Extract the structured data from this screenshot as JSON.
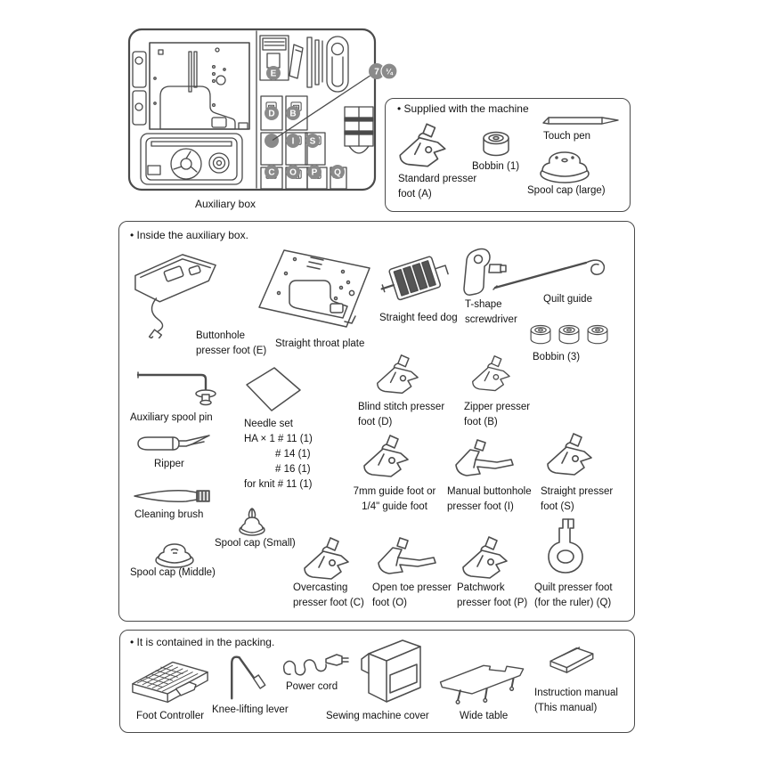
{
  "colors": {
    "line": "#4a4a4a",
    "badge": "#8a8a8a"
  },
  "diagram": {
    "caption": "Auxiliary box",
    "callout_labels": [
      "7",
      "¼"
    ],
    "slot_letters": [
      "E",
      "D",
      "B",
      "I",
      "S",
      "C",
      "O",
      "P",
      "Q"
    ]
  },
  "supplied": {
    "title": "• Supplied with the machine",
    "items": [
      {
        "icon": "presser-foot-icon",
        "lines": [
          "Standard presser",
          "foot (A)"
        ]
      },
      {
        "icon": "bobbin-icon",
        "lines": [
          "Bobbin (1)"
        ]
      },
      {
        "icon": "touch-pen-icon",
        "lines": [
          "Touch pen"
        ]
      },
      {
        "icon": "spool-cap-icon",
        "lines": [
          "Spool cap (large)"
        ]
      }
    ]
  },
  "inside": {
    "title": "• Inside the auxiliary box.",
    "items": [
      {
        "icon": "buttonhole-foot-icon",
        "lines": [
          "Buttonhole",
          "presser foot (E)"
        ]
      },
      {
        "icon": "throat-plate-icon",
        "lines": [
          "Straight throat plate"
        ]
      },
      {
        "icon": "feed-dog-icon",
        "lines": [
          "Straight feed dog"
        ]
      },
      {
        "icon": "screwdriver-icon",
        "lines": [
          "T-shape",
          "screwdriver"
        ]
      },
      {
        "icon": "quilt-guide-icon",
        "lines": [
          "Quilt guide"
        ]
      },
      {
        "icon": "bobbin-icon",
        "lines": [
          "Bobbin (3)"
        ]
      },
      {
        "icon": "spool-pin-icon",
        "lines": [
          "Auxiliary spool pin"
        ]
      },
      {
        "icon": "needle-set-icon",
        "lines": [
          "Needle set",
          "HA × 1 # 11 (1)",
          "# 14 (1)",
          "# 16 (1)",
          "for knit # 11 (1)"
        ]
      },
      {
        "icon": "presser-foot-icon",
        "lines": [
          "Blind stitch presser",
          "foot (D)"
        ]
      },
      {
        "icon": "presser-foot-icon",
        "lines": [
          "Zipper presser",
          "foot (B)"
        ]
      },
      {
        "icon": "ripper-icon",
        "lines": [
          "Ripper"
        ]
      },
      {
        "icon": "presser-foot-icon",
        "lines": [
          "7mm guide foot or",
          "1/4\" guide foot"
        ]
      },
      {
        "icon": "presser-foot-icon",
        "lines": [
          "Manual buttonhole",
          "presser foot (I)"
        ]
      },
      {
        "icon": "presser-foot-icon",
        "lines": [
          "Straight presser",
          "foot (S)"
        ]
      },
      {
        "icon": "cleaning-brush-icon",
        "lines": [
          "Cleaning brush"
        ]
      },
      {
        "icon": "spool-cap-icon",
        "lines": [
          "Spool cap (Small)"
        ]
      },
      {
        "icon": "spool-cap-icon",
        "lines": [
          "Spool cap (Middle)"
        ]
      },
      {
        "icon": "presser-foot-icon",
        "lines": [
          "Overcasting",
          "presser foot (C)"
        ]
      },
      {
        "icon": "open-toe-foot-icon",
        "lines": [
          "Open toe presser",
          "foot (O)"
        ]
      },
      {
        "icon": "presser-foot-icon",
        "lines": [
          "Patchwork",
          "presser foot (P)"
        ]
      },
      {
        "icon": "quilt-foot-icon",
        "lines": [
          "Quilt presser foot",
          "(for the ruler) (Q)"
        ]
      }
    ]
  },
  "packing": {
    "title": "• It is contained in the packing.",
    "items": [
      {
        "icon": "foot-controller-icon",
        "lines": [
          "Foot Controller"
        ]
      },
      {
        "icon": "knee-lever-icon",
        "lines": [
          "Knee-lifting lever"
        ]
      },
      {
        "icon": "power-cord-icon",
        "lines": [
          "Power cord"
        ]
      },
      {
        "icon": "machine-cover-icon",
        "lines": [
          "Sewing machine cover"
        ]
      },
      {
        "icon": "wide-table-icon",
        "lines": [
          "Wide table"
        ]
      },
      {
        "icon": "manual-icon",
        "lines": [
          "Instruction manual",
          "(This manual)"
        ]
      }
    ]
  }
}
